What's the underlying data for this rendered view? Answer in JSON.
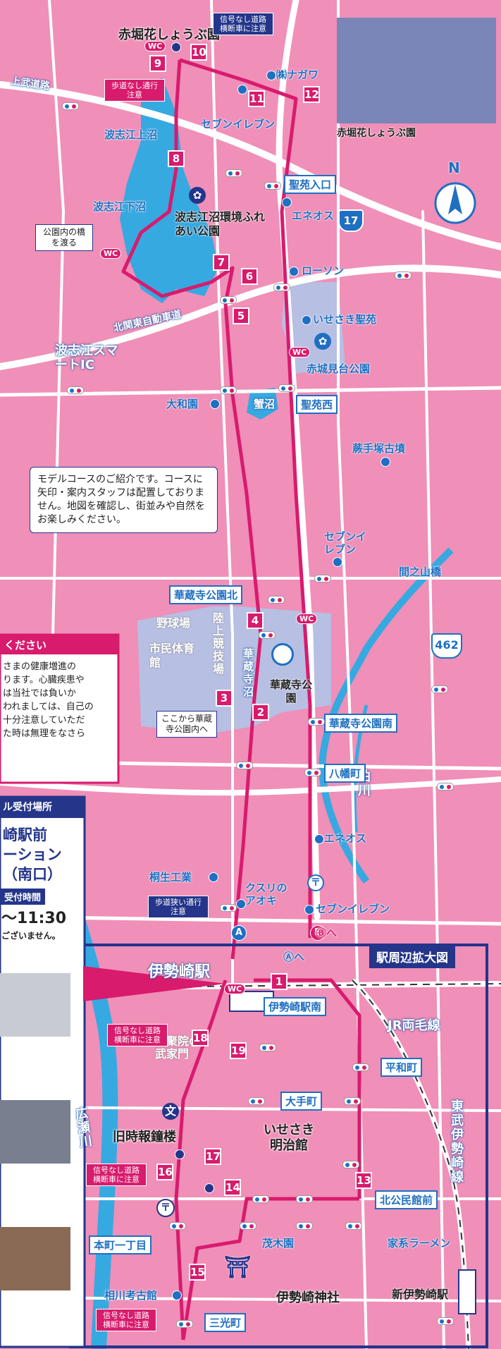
{
  "course": {
    "numbers": [
      "1",
      "2",
      "3",
      "4",
      "5",
      "6",
      "7",
      "8",
      "9",
      "10",
      "11",
      "12",
      "13",
      "14",
      "15",
      "16",
      "17",
      "18",
      "19"
    ],
    "route_letter_a": "A",
    "route_letter_b": "B",
    "route_a_to": "Ⓐへ",
    "route_b_to": "Ⓑへ",
    "intro_text": "モデルコースのご紹介です。コースに矢印・案内スタッフは配置しておりません。地図を確認し、街並みや自然をお楽しみください。"
  },
  "north_label": "N",
  "wc_label": "WC",
  "places": {
    "akabori_hanashobuen": "赤堀花しょうぶ園",
    "nagawa": "㈱ナガワ",
    "seven_eleven_top": "セブンイレブン",
    "kamibudo": "上武道路",
    "hashie_kaminuma": "波志江上沼",
    "hashie_shimonuma": "波志江下沼",
    "hashie_park": "波志江沼環境ふれあい公園",
    "eneos_top": "エネオス",
    "lawson": "ローソン",
    "kitakanto_expressway": "北関東自動車道",
    "isesaki_seien": "いせさき聖苑",
    "akagi_miharashidai": "赤城見台公園",
    "hashie_smart_ic": "波志江スマートIC",
    "yamato_en": "大和園",
    "kaninuma": "蟹沼",
    "warabite_kofun": "蕨手塚古墳",
    "seven_eleven_mid": "セブンイレブン",
    "yakyujo": "野球場",
    "rikujo_kyogijo": "陸上競技場",
    "shimin_taiikukan": "市民体育館",
    "kezoji_numa": "華蔵寺沼",
    "kezoji_park": "華蔵寺公園",
    "kiryu_kogyo": "桐生工業",
    "kusuri_no_aoki": "クスリのアオキ",
    "seven_eleven_low": "セブンイレブン",
    "eneos_low": "エネオス",
    "kawa_aikawa": "粕川",
    "isesaki_station": "伊勢崎駅",
    "jr_ryomo": "JR両毛線",
    "tobu_isesaki": "東武伊勢崎線",
    "dojuin_gate": "同聚院の武家門",
    "old_clock_tower": "旧時報鐘楼",
    "isesaki_meiji_kan": "いせさき明治館",
    "hirose_gawa": "広瀬川",
    "mogi_en": "茂木園",
    "ie_kei_ramen": "家系ラーメン",
    "isesaki_jinja": "伊勢崎神社",
    "aikawa_kokokan": "相川考古館",
    "shin_isesaki_station": "新伊勢崎駅"
  },
  "intersections": {
    "seien_iriguchi": "聖苑入口",
    "seien_nishi": "聖苑西",
    "manoyama_bashi": "間之山橋",
    "kezoji_park_kita": "華蔵寺公園北",
    "kezoji_park_minami": "華蔵寺公園南",
    "hachiman_cho": "八幡町",
    "isesaki_eki_minami": "伊勢崎駅南",
    "heiwa_cho": "平和町",
    "ote_machi": "大手町",
    "kita_kominkan_mae": "北公民館前",
    "honmachi_itchome": "本町一丁目",
    "sanko_cho": "三光町"
  },
  "routes": {
    "national_17": "17",
    "national_462": "462"
  },
  "warnings": {
    "no_signal_crossing": "信号なし道路横断車に注意",
    "no_sidewalk": "歩道なし通行注意",
    "narrow_sidewalk": "歩道狭い通行注意"
  },
  "callouts": {
    "park_bridge": "公園内の橋を渡る",
    "enter_kezoji": "ここから華蔵寺公園内へ"
  },
  "inset": {
    "title": "駅周辺拡大図"
  },
  "left_panel": {
    "header_tail": "ください",
    "notice_lines": [
      "さまの健康増進の",
      "ります。心臓疾患や",
      "は当社では負いか",
      "われましては、自己の",
      "十分注意していただ",
      "た時は無理をなさら"
    ],
    "reception_header": "ル受付場所",
    "reception_name_lines": [
      "崎駅前",
      "ーション",
      "（南口）"
    ],
    "reception_time_label": "受付時間",
    "reception_time": "～11:30",
    "reception_note": "ございません。"
  },
  "photo_caption": "赤堀花しょうぶ園",
  "colors": {
    "background": "#f08fb8",
    "route": "#d81b6d",
    "water": "#36a9e1",
    "park": "#b7bfe3",
    "label_blue": "#1f6fc2",
    "inset_border": "#24358a"
  }
}
